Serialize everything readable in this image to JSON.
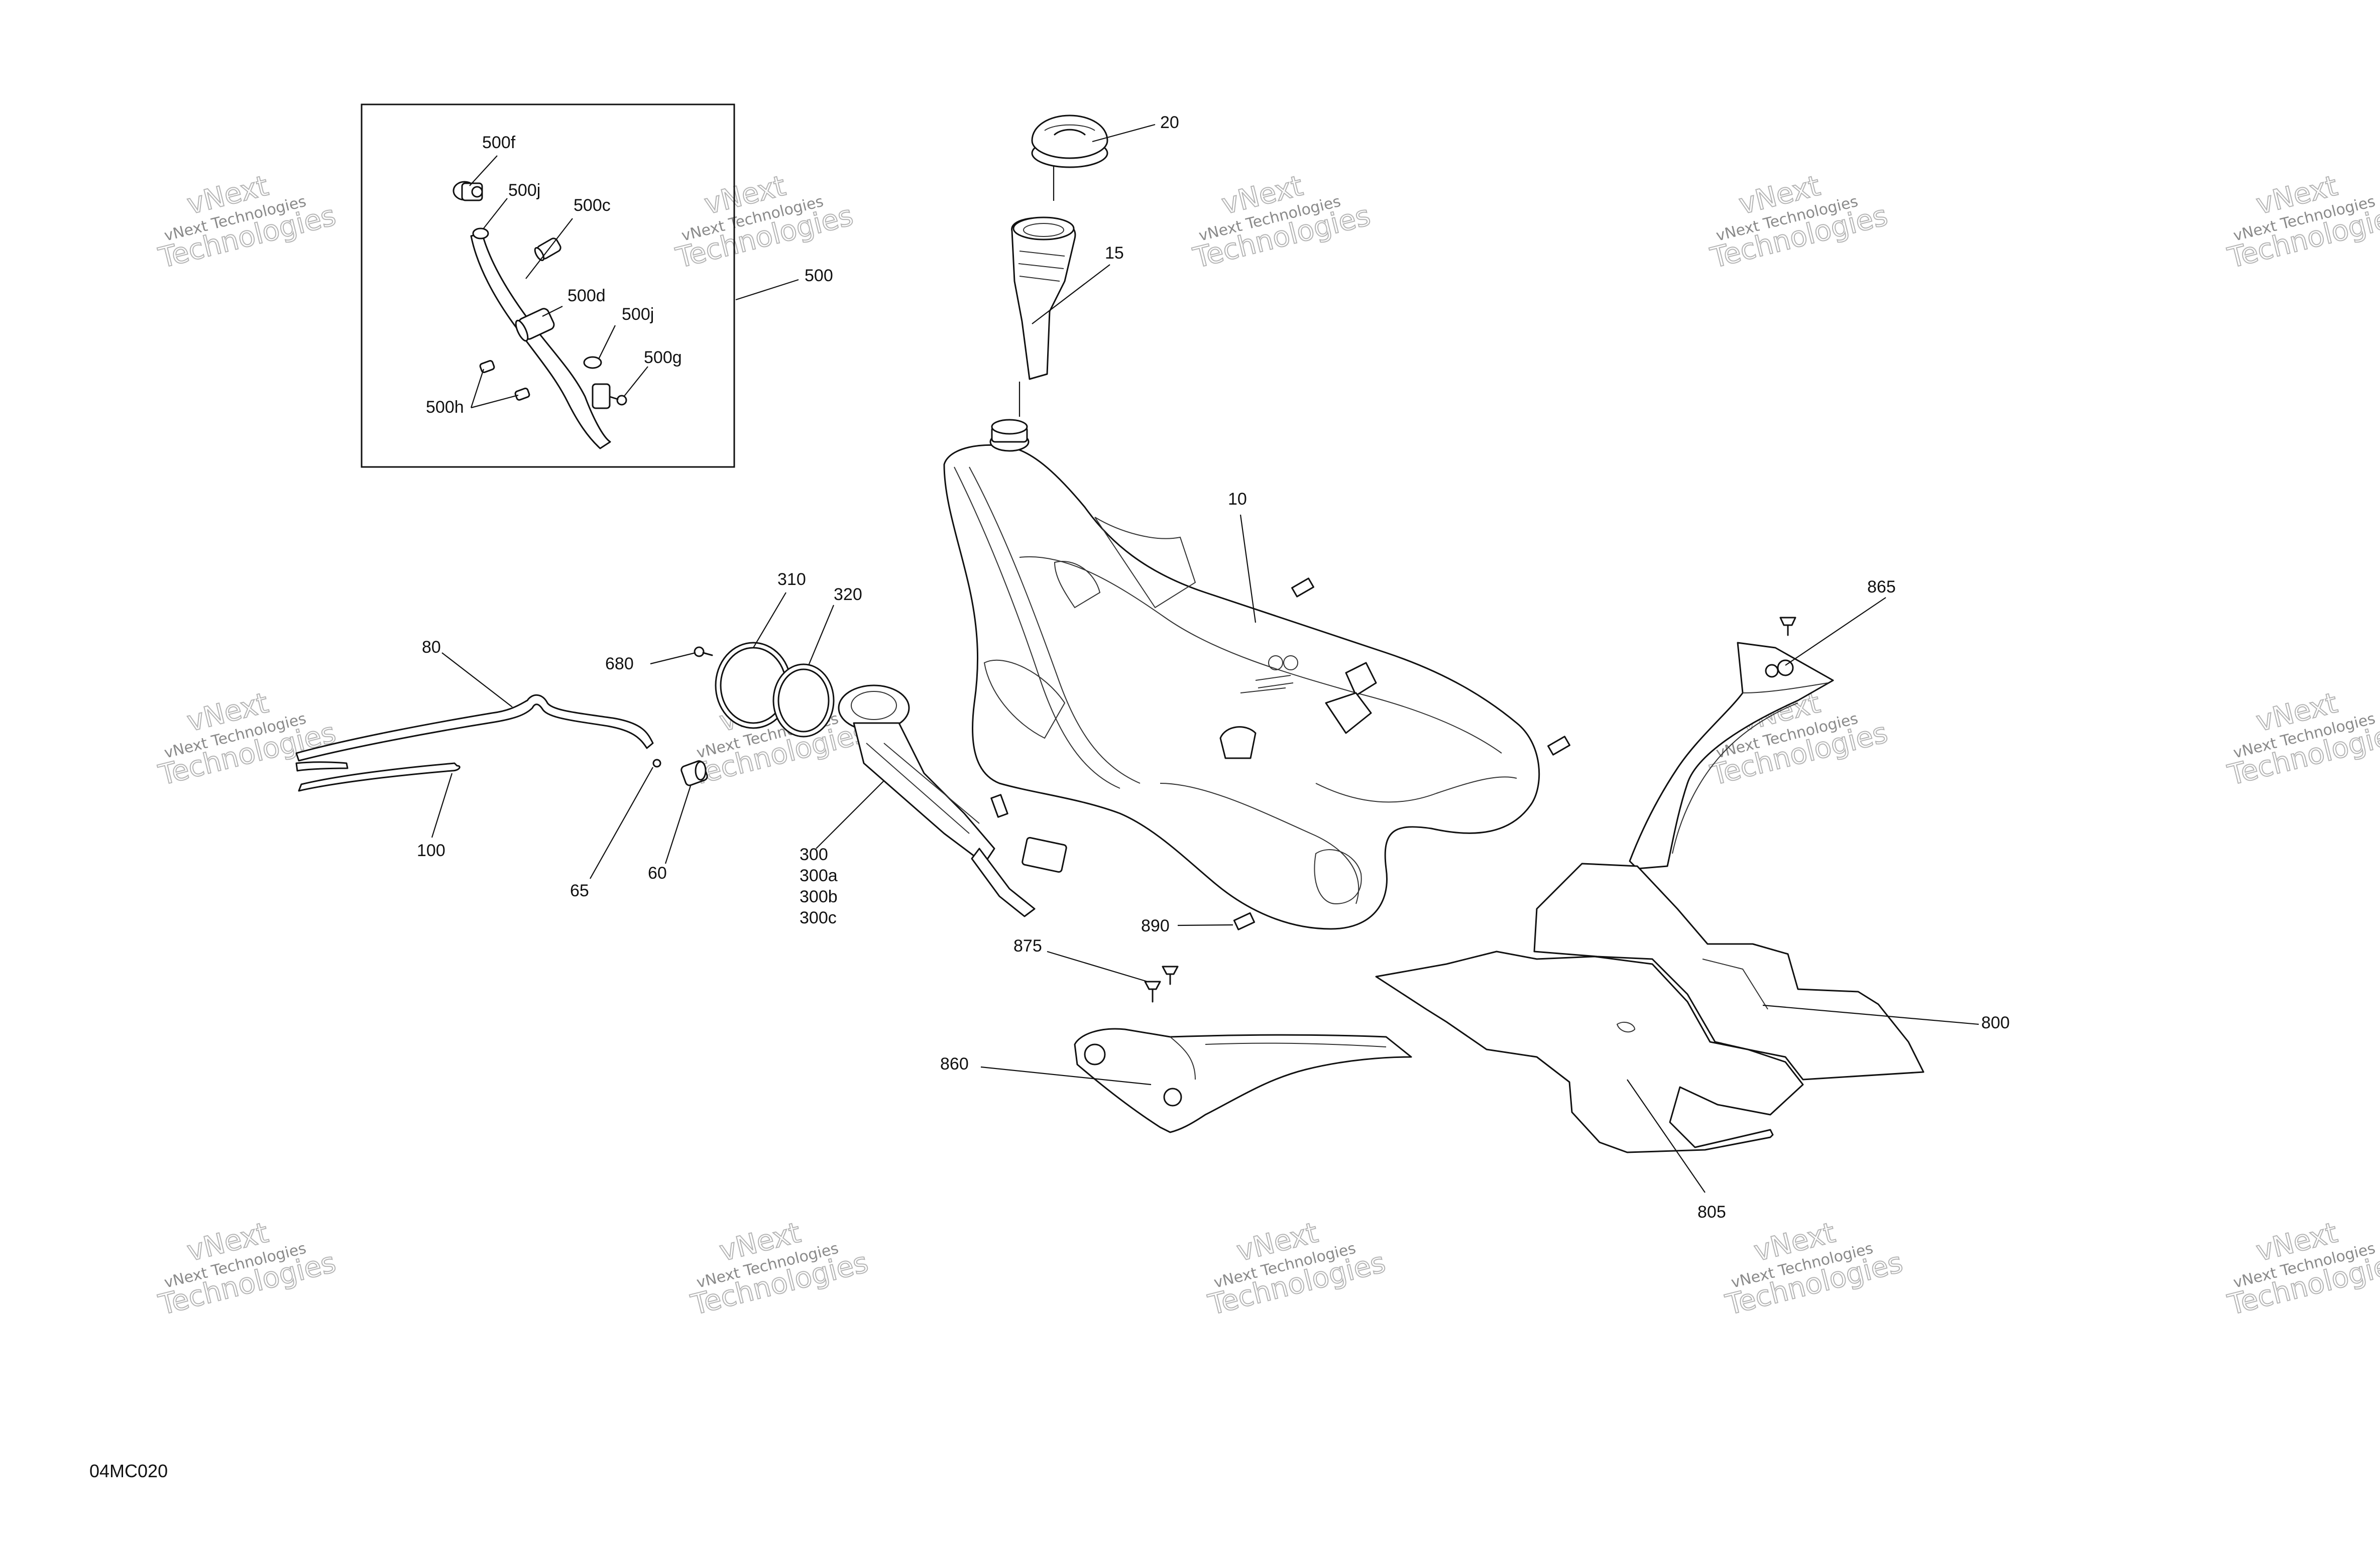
{
  "diagram_code": "04MC020",
  "watermark": {
    "line1": "vNext",
    "line2": "vNext Technologies",
    "line3": "Technologies"
  },
  "inset_label": "500",
  "callouts": {
    "c500f": "500f",
    "c500j_top": "500j",
    "c500c": "500c",
    "c500d": "500d",
    "c500j_bottom": "500j",
    "c500g": "500g",
    "c500h": "500h",
    "c20": "20",
    "c15": "15",
    "c10": "10",
    "c310": "310",
    "c320": "320",
    "c680": "680",
    "c80": "80",
    "c100": "100",
    "c65": "65",
    "c60": "60",
    "c300": "300",
    "c300a": "300a",
    "c300b": "300b",
    "c300c": "300c",
    "c865": "865",
    "c890": "890",
    "c875": "875",
    "c860": "860",
    "c800": "800",
    "c805": "805"
  }
}
